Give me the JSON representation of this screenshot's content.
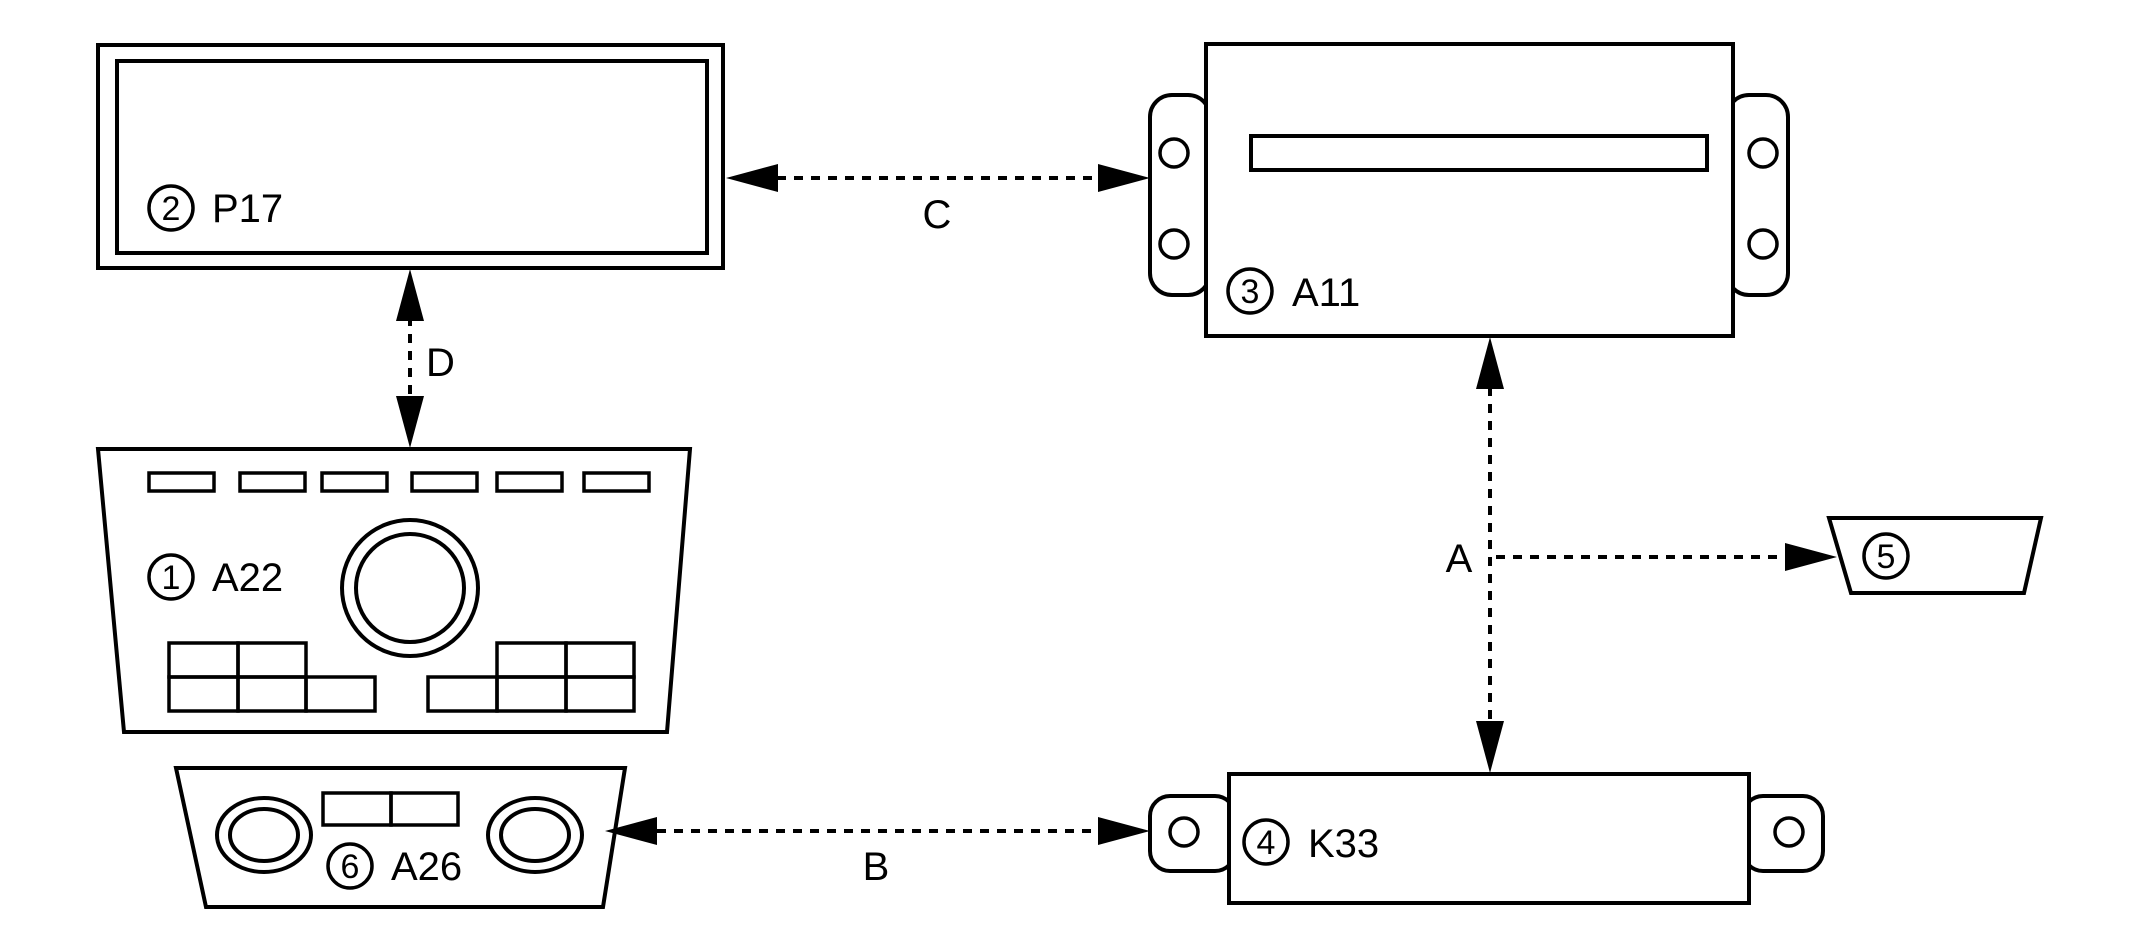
{
  "components": {
    "p17": {
      "number": "2",
      "code": "P17"
    },
    "a11": {
      "number": "3",
      "code": "A11"
    },
    "a22": {
      "number": "1",
      "code": "A22"
    },
    "k33": {
      "number": "4",
      "code": "K33"
    },
    "five": {
      "number": "5"
    },
    "a26": {
      "number": "6",
      "code": "A26"
    }
  },
  "connections": {
    "a": "A",
    "b": "B",
    "c": "C",
    "d": "D"
  }
}
